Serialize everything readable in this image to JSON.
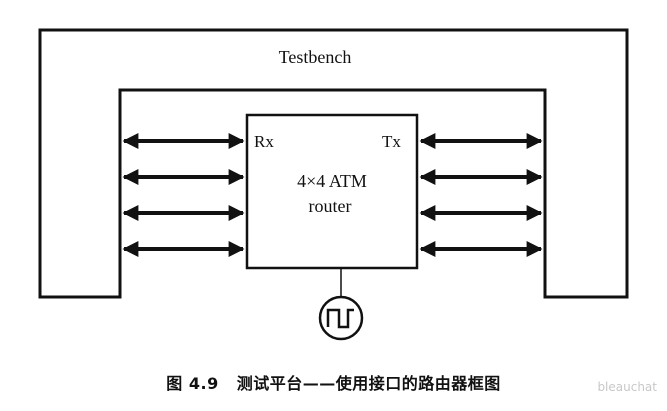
{
  "diagram": {
    "testbench_label": "Testbench",
    "router": {
      "rx_label": "Rx",
      "tx_label": "Tx",
      "line1": "4×4 ATM",
      "line2": "router"
    },
    "left_ports": 4,
    "right_ports": 4,
    "clock_icon": "square-wave-clock-icon"
  },
  "caption": {
    "figure_number": "图 4.9",
    "text": "测试平台——使用接口的路由器框图"
  },
  "watermark": "bleauchat"
}
